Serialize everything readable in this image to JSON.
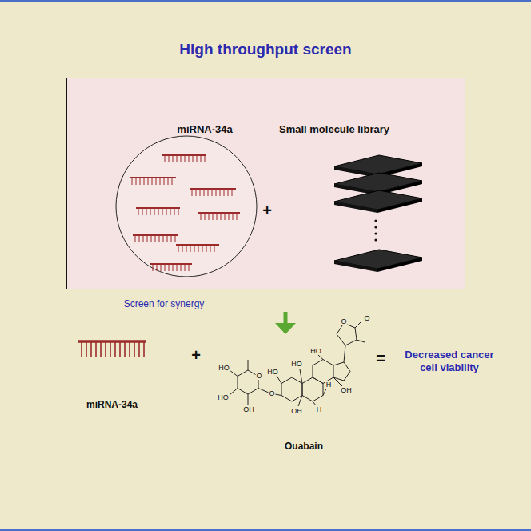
{
  "diagram": {
    "title": "High throughput screen",
    "nodes": [
      {
        "text": [
          "miRNA-34a",
          "+",
          "Small molecule library"
        ]
      }
    ],
    "labels": [
      "Screen for synergy",
      "miRNA-34a",
      "+",
      "O",
      "O",
      "HO",
      "O",
      "HO",
      "OH",
      "O",
      "HO",
      "HO",
      "HO",
      "H",
      "H",
      "OH",
      "OH",
      "Ouabain",
      "=",
      "Decreased cancer cell viability"
    ]
  }
}
